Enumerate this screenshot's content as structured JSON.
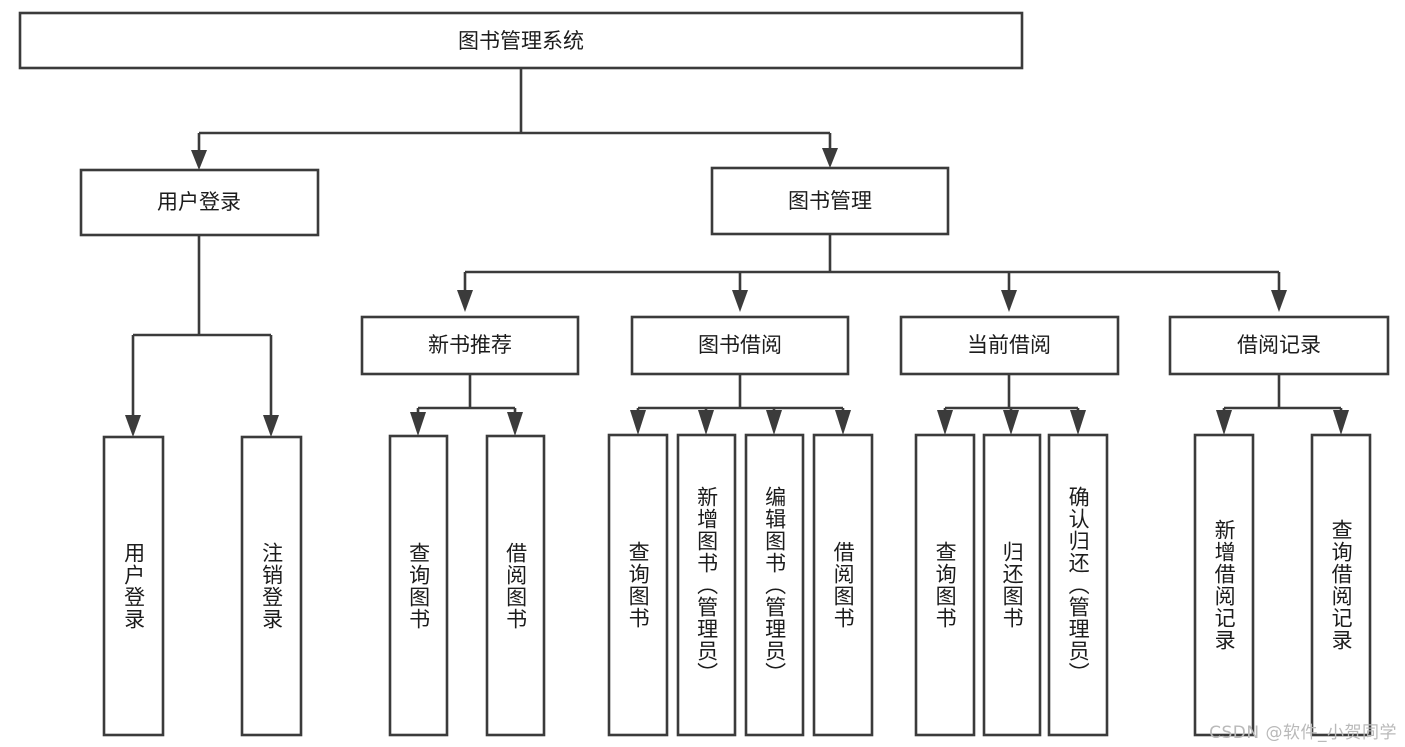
{
  "diagram": {
    "title": "图书管理系统",
    "type": "tree",
    "orientation": "top-down",
    "background_color": "#ffffff",
    "box_stroke_color": "#3b3b3b",
    "box_fill_color": "#ffffff",
    "text_color": "#1c1c1c",
    "watermark": "CSDN @软件_小贺同学",
    "watermark_color": "#b9b9b9"
  },
  "nodes": {
    "root": {
      "label": "图书管理系统",
      "level": 1
    },
    "user_login": {
      "label": "用户登录",
      "level": 2
    },
    "book_manage": {
      "label": "图书管理",
      "level": 2
    },
    "new_book_rec": {
      "label": "新书推荐",
      "level": 3
    },
    "book_borrow": {
      "label": "图书借阅",
      "level": 3
    },
    "current_borrow": {
      "label": "当前借阅",
      "level": 3
    },
    "borrow_record": {
      "label": "借阅记录",
      "level": 3
    },
    "leaf_user_login": {
      "label": "用户登录",
      "level": 3
    },
    "leaf_logout": {
      "label": "注销登录",
      "level": 3
    },
    "leaf_query_book_1": {
      "label": "查询图书",
      "level": 4
    },
    "leaf_borrow_book_1": {
      "label": "借阅图书",
      "level": 4
    },
    "leaf_query_book_2": {
      "label": "查询图书",
      "level": 4
    },
    "leaf_add_book": {
      "label": "新增图书（管理员）",
      "level": 4
    },
    "leaf_edit_book": {
      "label": "编辑图书（管理员）",
      "level": 4
    },
    "leaf_borrow_book_2": {
      "label": "借阅图书",
      "level": 4
    },
    "leaf_query_book_3": {
      "label": "查询图书",
      "level": 4
    },
    "leaf_return_book": {
      "label": "归还图书",
      "level": 4
    },
    "leaf_confirm_return": {
      "label": "确认归还（管理员）",
      "level": 4
    },
    "leaf_add_record": {
      "label": "新增借阅记录",
      "level": 4
    },
    "leaf_query_record": {
      "label": "查询借阅记录",
      "level": 4
    }
  },
  "edges": [
    {
      "from": "root",
      "to": "user_login"
    },
    {
      "from": "root",
      "to": "book_manage"
    },
    {
      "from": "user_login",
      "to": "leaf_user_login"
    },
    {
      "from": "user_login",
      "to": "leaf_logout"
    },
    {
      "from": "book_manage",
      "to": "new_book_rec"
    },
    {
      "from": "book_manage",
      "to": "book_borrow"
    },
    {
      "from": "book_manage",
      "to": "current_borrow"
    },
    {
      "from": "book_manage",
      "to": "borrow_record"
    },
    {
      "from": "new_book_rec",
      "to": "leaf_query_book_1"
    },
    {
      "from": "new_book_rec",
      "to": "leaf_borrow_book_1"
    },
    {
      "from": "book_borrow",
      "to": "leaf_query_book_2"
    },
    {
      "from": "book_borrow",
      "to": "leaf_add_book"
    },
    {
      "from": "book_borrow",
      "to": "leaf_edit_book"
    },
    {
      "from": "book_borrow",
      "to": "leaf_borrow_book_2"
    },
    {
      "from": "current_borrow",
      "to": "leaf_query_book_3"
    },
    {
      "from": "current_borrow",
      "to": "leaf_return_book"
    },
    {
      "from": "current_borrow",
      "to": "leaf_confirm_return"
    },
    {
      "from": "borrow_record",
      "to": "leaf_add_record"
    },
    {
      "from": "borrow_record",
      "to": "leaf_query_record"
    }
  ]
}
